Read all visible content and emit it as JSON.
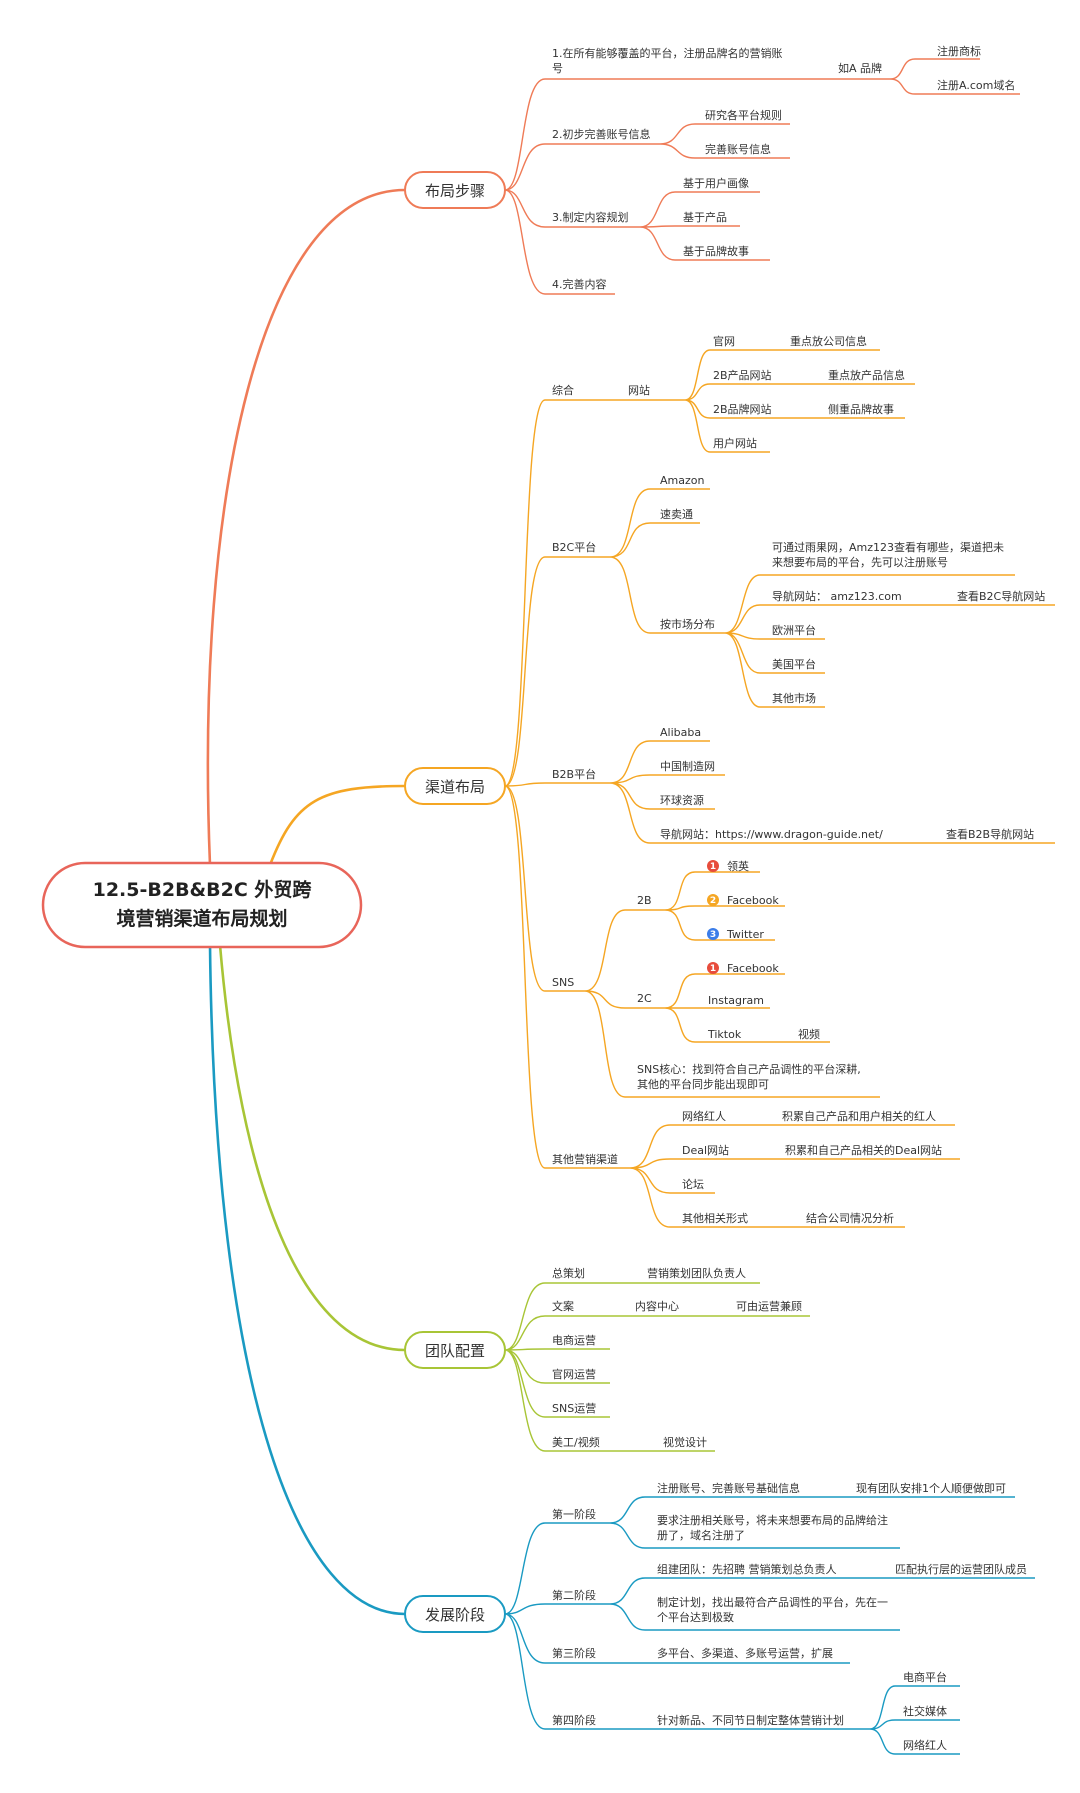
{
  "title": [
    "12.5-B2B&B2C 外贸跨",
    "境营销渠道布局规划"
  ],
  "colors": {
    "root_border": "#e8655a",
    "layout": "#ef7b57",
    "channel": "#f5a623",
    "team": "#a8c536",
    "stage": "#1a9ac2",
    "badge1": "#e74c3c",
    "badge2": "#f5a623",
    "badge3": "#3b7de9"
  },
  "branches": {
    "layout": {
      "label": "布局步骤",
      "n1": [
        "1.在所有能够覆盖的平台，注册品牌名的营销账",
        "号"
      ],
      "n1_brand": "如A 品牌",
      "n1_c1": "注册商标",
      "n1_c2": "注册A.com域名",
      "n2": "2.初步完善账号信息",
      "n2_c1": "研究各平台规则",
      "n2_c2": "完善账号信息",
      "n3": "3.制定内容规划",
      "n3_c1": "基于用户画像",
      "n3_c2": "基于产品",
      "n3_c3": "基于品牌故事",
      "n4": "4.完善内容"
    },
    "channel": {
      "label": "渠道布局",
      "zonghe": "综合",
      "site": "网站",
      "site_guanwang": "官网",
      "site_guanwang_d": "重点放公司信息",
      "site_2bprod": "2B产品网站",
      "site_2bprod_d": "重点放产品信息",
      "site_2bbrand": "2B品牌网站",
      "site_2bbrand_d": "侧重品牌故事",
      "site_user": "用户网站",
      "b2c": "B2C平台",
      "amazon": "Amazon",
      "sumaitong": "速卖通",
      "by_market": "按市场分布",
      "market_note": [
        "可通过雨果网，Amz123查看有哪些，渠道把未",
        "来想要布局的平台，先可以注册账号"
      ],
      "nav_site": "导航网站： amz123.com",
      "nav_site_d": "查看B2C导航网站",
      "europe": "欧洲平台",
      "usa": "美国平台",
      "other_market": "其他市场",
      "b2b": "B2B平台",
      "alibaba": "Alibaba",
      "made_in_china": "中国制造网",
      "global_sources": "环球资源",
      "b2b_nav": "导航网站：https://www.dragon-guide.net/",
      "b2b_nav_d": "查看B2B导航网站",
      "sns": "SNS",
      "sns_2b": "2B",
      "sns_2b_1": "领英",
      "sns_2b_2": "Facebook",
      "sns_2b_3": "Twitter",
      "sns_2c": "2C",
      "sns_2c_1": "Facebook",
      "sns_2c_2": "Instagram",
      "sns_2c_3": "Tiktok",
      "sns_2c_3_d": "视频",
      "badge_1": "1",
      "badge_2": "2",
      "badge_3": "3",
      "sns_core": [
        "SNS核心：找到符合自己产品调性的平台深耕,",
        "其他的平台同步能出现即可"
      ],
      "other_ch": "其他营销渠道",
      "influencer": "网络红人",
      "influencer_d": "积累自己产品和用户相关的红人",
      "deal": "Deal网站",
      "deal_d": "积累和自己产品相关的Deal网站",
      "forum": "论坛",
      "other_form": "其他相关形式",
      "other_form_d": "结合公司情况分析"
    },
    "team": {
      "label": "团队配置",
      "planner": "总策划",
      "planner_d": "营销策划团队负责人",
      "copy": "文案",
      "copy_d": "内容中心",
      "copy_dd": "可由运营兼顾",
      "ecom": "电商运营",
      "site_ops": "官网运营",
      "sns_ops": "SNS运营",
      "art": "美工/视频",
      "art_d": "视觉设计"
    },
    "stage": {
      "label": "发展阶段",
      "s1": "第一阶段",
      "s1_a": "注册账号、完善账号基础信息",
      "s1_a_d": "现有团队安排1个人顺便做即可",
      "s1_b": [
        "要求注册相关账号，将未来想要布局的品牌给注",
        "册了，域名注册了"
      ],
      "s2": "第二阶段",
      "s2_a": "组建团队：先招聘 营销策划总负责人",
      "s2_a_d": "匹配执行层的运营团队成员",
      "s2_b": [
        "制定计划，找出最符合产品调性的平台，先在一",
        "个平台达到极致"
      ],
      "s3": "第三阶段",
      "s3_a": "多平台、多渠道、多账号运营，扩展",
      "s4": "第四阶段",
      "s4_a": "针对新品、不同节日制定整体营销计划",
      "s4_c1": "电商平台",
      "s4_c2": "社交媒体",
      "s4_c3": "网络红人"
    }
  }
}
